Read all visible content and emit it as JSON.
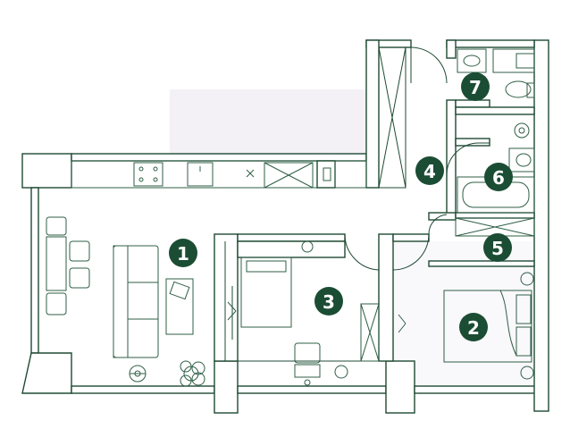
{
  "colors": {
    "wall": "#1f4a34",
    "badge": "#1b4d34",
    "badge_text": "#ffffff",
    "background": "#ffffff",
    "tint": "#f3f1f6"
  },
  "rooms": [
    {
      "number": "1"
    },
    {
      "number": "2"
    },
    {
      "number": "3"
    },
    {
      "number": "4"
    },
    {
      "number": "5"
    },
    {
      "number": "6"
    },
    {
      "number": "7"
    }
  ]
}
